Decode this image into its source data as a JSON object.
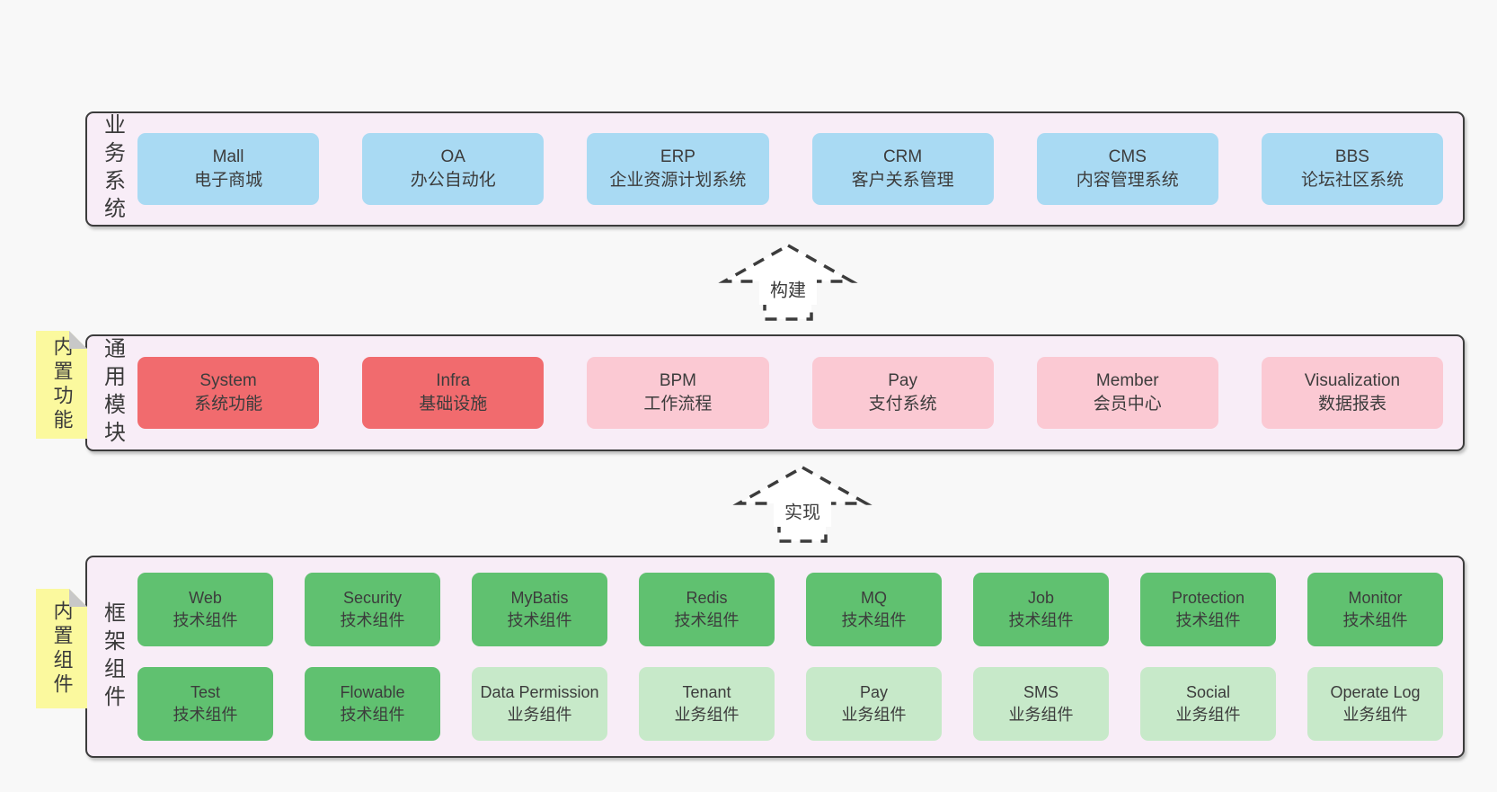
{
  "colors": {
    "page_bg": "#f8f8f8",
    "band_bg": "#f8edf7",
    "band_border": "#3c3c3c",
    "blue_box": "#a9daf3",
    "red_box": "#f16b6e",
    "pink_box": "#fbc9d3",
    "green_box": "#60c170",
    "light_green_box": "#c7e9c9",
    "sticky_yellow": "#fbf99e",
    "fold_gray": "#c8c8c8",
    "text": "#3c3c3c"
  },
  "arrows": [
    {
      "label": "构建"
    },
    {
      "label": "实现"
    }
  ],
  "bands": [
    {
      "label": "业务系统",
      "boxes": [
        {
          "name": "Mall",
          "desc": "电子商城",
          "type": "blue"
        },
        {
          "name": "OA",
          "desc": "办公自动化",
          "type": "blue"
        },
        {
          "name": "ERP",
          "desc": "企业资源计划系统",
          "type": "blue"
        },
        {
          "name": "CRM",
          "desc": "客户关系管理",
          "type": "blue"
        },
        {
          "name": "CMS",
          "desc": "内容管理系统",
          "type": "blue"
        },
        {
          "name": "BBS",
          "desc": "论坛社区系统",
          "type": "blue"
        }
      ]
    },
    {
      "label": "通用模块",
      "sticky": "内置功能",
      "boxes": [
        {
          "name": "System",
          "desc": "系统功能",
          "type": "red"
        },
        {
          "name": "Infra",
          "desc": "基础设施",
          "type": "red"
        },
        {
          "name": "BPM",
          "desc": "工作流程",
          "type": "pink"
        },
        {
          "name": "Pay",
          "desc": "支付系统",
          "type": "pink"
        },
        {
          "name": "Member",
          "desc": "会员中心",
          "type": "pink"
        },
        {
          "name": "Visualization",
          "desc": "数据报表",
          "type": "pink"
        }
      ]
    },
    {
      "label": "框架组件",
      "sticky": "内置组件",
      "rows": [
        {
          "boxes": [
            {
              "name": "Web",
              "desc": "技术组件",
              "type": "green"
            },
            {
              "name": "Security",
              "desc": "技术组件",
              "type": "green"
            },
            {
              "name": "MyBatis",
              "desc": "技术组件",
              "type": "green"
            },
            {
              "name": "Redis",
              "desc": "技术组件",
              "type": "green"
            },
            {
              "name": "MQ",
              "desc": "技术组件",
              "type": "green"
            },
            {
              "name": "Job",
              "desc": "技术组件",
              "type": "green"
            },
            {
              "name": "Protection",
              "desc": "技术组件",
              "type": "green"
            },
            {
              "name": "Monitor",
              "desc": "技术组件",
              "type": "green"
            }
          ]
        },
        {
          "boxes": [
            {
              "name": "Test",
              "desc": "技术组件",
              "type": "green"
            },
            {
              "name": "Flowable",
              "desc": "技术组件",
              "type": "green"
            },
            {
              "name": "Data Permission",
              "desc": "业务组件",
              "type": "light-green"
            },
            {
              "name": "Tenant",
              "desc": "业务组件",
              "type": "light-green"
            },
            {
              "name": "Pay",
              "desc": "业务组件",
              "type": "light-green"
            },
            {
              "name": "SMS",
              "desc": "业务组件",
              "type": "light-green"
            },
            {
              "name": "Social",
              "desc": "业务组件",
              "type": "light-green"
            },
            {
              "name": "Operate Log",
              "desc": "业务组件",
              "type": "light-green"
            }
          ]
        }
      ]
    }
  ]
}
